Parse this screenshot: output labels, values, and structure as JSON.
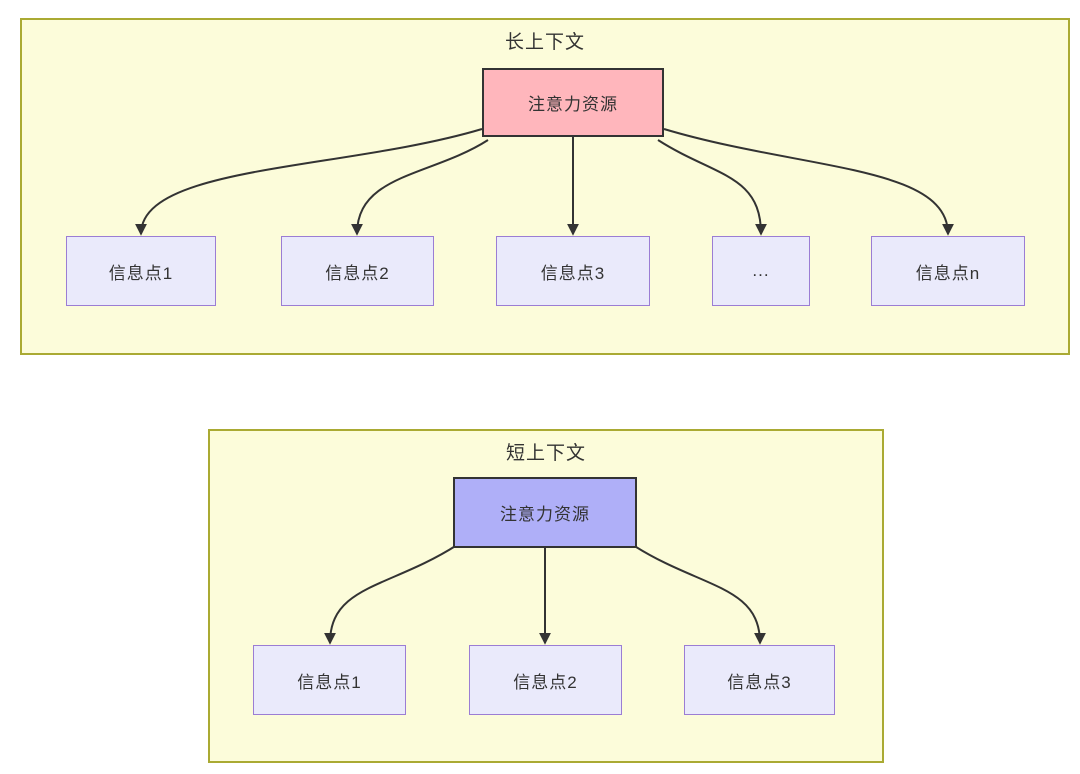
{
  "diagram": {
    "type": "flowchart",
    "description": "Comparison of attention resource allocation over many information points (long context) vs few information points (short context)",
    "sections": [
      {
        "title": "长上下文",
        "source": {
          "label": "注意力资源"
        },
        "targets": [
          {
            "label": "信息点1"
          },
          {
            "label": "信息点2"
          },
          {
            "label": "信息点3"
          },
          {
            "label": "..."
          },
          {
            "label": "信息点n"
          }
        ]
      },
      {
        "title": "短上下文",
        "source": {
          "label": "注意力资源"
        },
        "targets": [
          {
            "label": "信息点1"
          },
          {
            "label": "信息点2"
          },
          {
            "label": "信息点3"
          }
        ]
      }
    ],
    "colors": {
      "cluster_fill": "#FCFCDA",
      "cluster_border": "#AAAA33",
      "info_node_fill": "#EAEAFB",
      "info_node_border": "#9B7DD4",
      "attention_long_fill": "#FFB6BC",
      "attention_short_fill": "#AFAFF8",
      "attention_border": "#333333",
      "arrow": "#333333",
      "text": "#333333"
    }
  }
}
